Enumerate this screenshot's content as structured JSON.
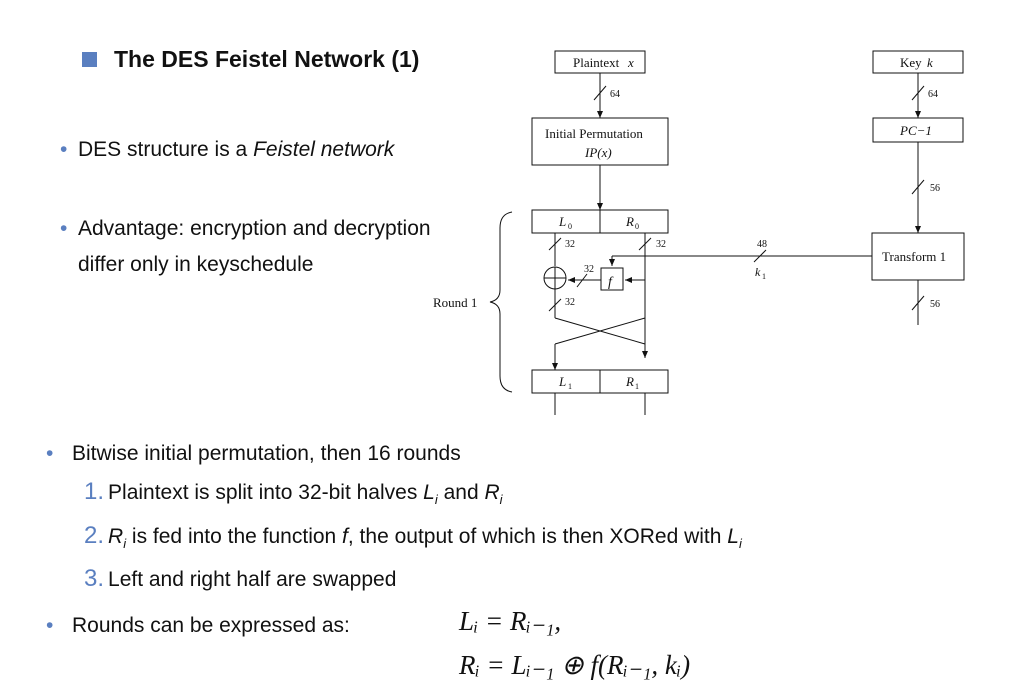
{
  "slide": {
    "title": "The DES Feistel Network (1)"
  },
  "top_bullets": {
    "b1_text": "DES structure is a ",
    "b1_em": "Feistel network",
    "b2_line1": "Advantage: encryption and decryption",
    "b2_line2": "differ only in keyschedule"
  },
  "diagram": {
    "plaintext_label": "Plaintext",
    "plaintext_var": "x",
    "key_label": "Key",
    "key_var": "k",
    "bits_64_left": "64",
    "bits_64_right": "64",
    "ip_label": "Initial Permutation",
    "ip_fn": "IP(x)",
    "pc1_label": "PC−1",
    "bits_56_a": "56",
    "bits_56_b": "56",
    "l0": "L",
    "l0_sub": "0",
    "r0": "R",
    "r0_sub": "0",
    "bits_32_a": "32",
    "bits_32_b": "32",
    "bits_32_c": "32",
    "bits_32_d": "32",
    "bits_48": "48",
    "k1": "k",
    "k1_sub": "1",
    "f_label": "f",
    "transform_label": "Transform 1",
    "round_label": "Round 1",
    "l1": "L",
    "l1_sub": "1",
    "r1": "R",
    "r1_sub": "1"
  },
  "bottom": {
    "b3": "Bitwise initial permutation, then 16 rounds",
    "n1": "1.",
    "s1_text": "Plaintext is split into 32-bit halves ",
    "s1_li": "L",
    "s1_i1": "i",
    "s1_and": " and ",
    "s1_ri": "R",
    "s1_i2": "i",
    "n2": "2.",
    "s2_ri": "R",
    "s2_i": "i",
    "s2_text": " is fed into the function ",
    "s2_f": "f",
    "s2_text2": ", the output of which is then XORed with ",
    "s2_li": "L",
    "s2_i2": "i",
    "n3": "3.",
    "s3_text": "Left and right half are swapped",
    "b4": "Rounds can be expressed as:",
    "eq1": "Lᵢ = Rᵢ₋₁,",
    "eq2": "Rᵢ = Lᵢ₋₁ ⊕ f(Rᵢ₋₁, kᵢ)"
  },
  "colors": {
    "accent": "#5a7fc0"
  }
}
